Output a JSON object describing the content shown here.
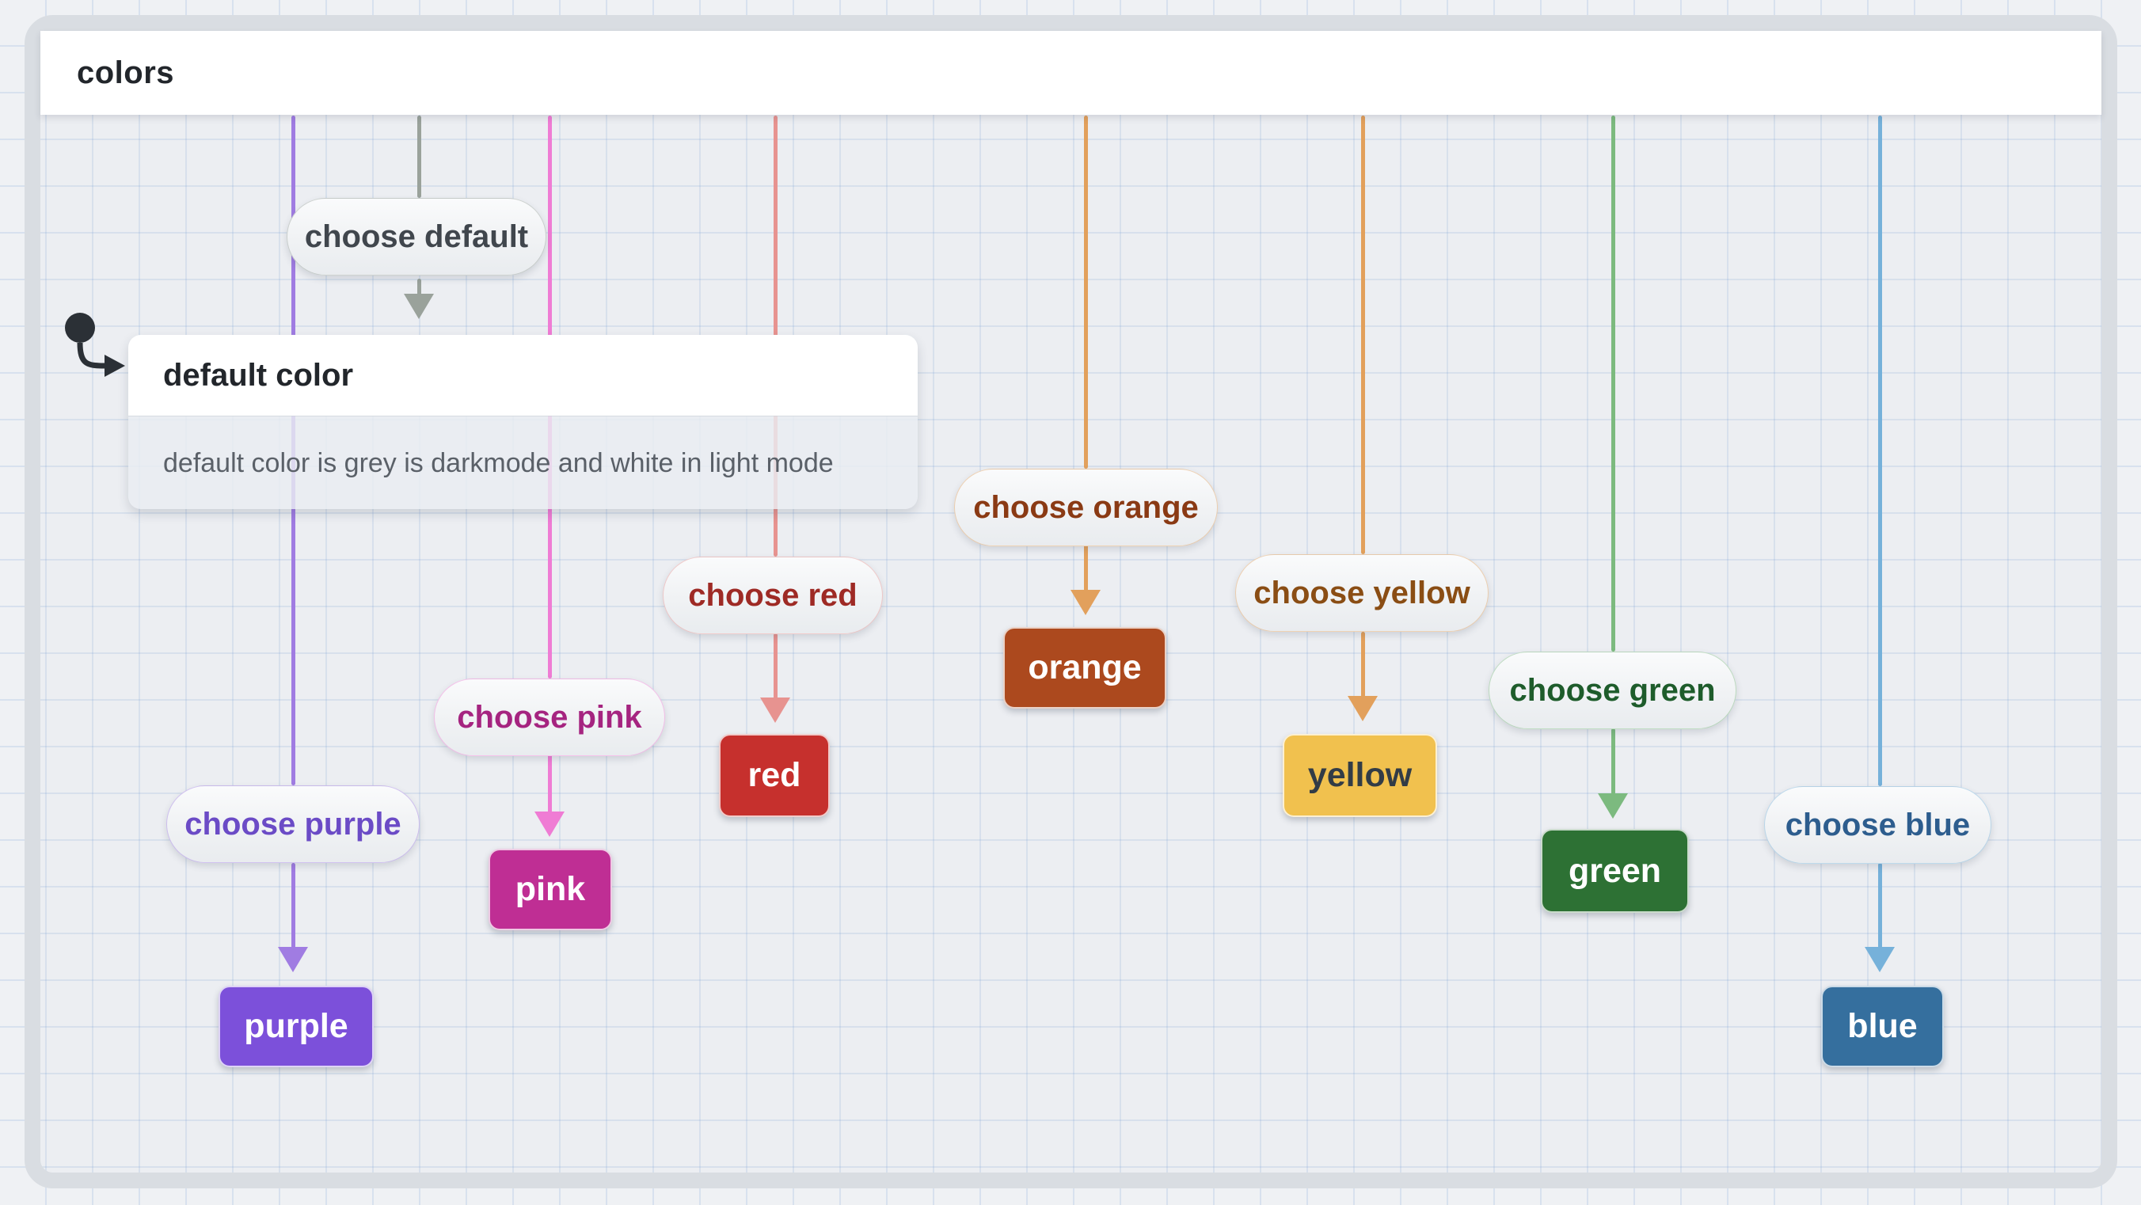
{
  "diagram": {
    "title": "colors",
    "default_state": {
      "title": "default color",
      "description": "default color is grey is darkmode and white in light mode"
    },
    "transitions": [
      {
        "id": "default",
        "event_label": "choose default",
        "event_text_color": "#40464d",
        "line_color": "#9aa29b",
        "target": "default color"
      },
      {
        "id": "purple",
        "event_label": "choose purple",
        "event_text_color": "#6b4bc6",
        "line_color": "#a07ce2",
        "target": "purple",
        "state_label": "purple",
        "state_color": "#7c50da",
        "state_text_color": "#ffffff"
      },
      {
        "id": "pink",
        "event_label": "choose pink",
        "event_text_color": "#a52480",
        "line_color": "#ef7cd4",
        "target": "pink",
        "state_label": "pink",
        "state_color": "#bf2e94",
        "state_text_color": "#ffffff"
      },
      {
        "id": "red",
        "event_label": "choose red",
        "event_text_color": "#9e2a25",
        "line_color": "#e79390",
        "target": "red",
        "state_label": "red",
        "state_color": "#c6302d",
        "state_text_color": "#ffffff"
      },
      {
        "id": "orange",
        "event_label": "choose orange",
        "event_text_color": "#8a3a14",
        "line_color": "#e2a05c",
        "target": "orange",
        "state_label": "orange",
        "state_color": "#ac491e",
        "state_text_color": "#ffffff"
      },
      {
        "id": "yellow",
        "event_label": "choose yellow",
        "event_text_color": "#8a4d14",
        "line_color": "#e2a05c",
        "target": "yellow",
        "state_label": "yellow",
        "state_color": "#f1c14e",
        "state_text_color": "#323c46"
      },
      {
        "id": "green",
        "event_label": "choose green",
        "event_text_color": "#1e5c2b",
        "line_color": "#7cba7f",
        "target": "green",
        "state_label": "green",
        "state_color": "#2d7134",
        "state_text_color": "#ffffff"
      },
      {
        "id": "blue",
        "event_label": "choose blue",
        "event_text_color": "#2d5d8e",
        "line_color": "#76b1da",
        "target": "blue",
        "state_label": "blue",
        "state_color": "#356f9e",
        "state_text_color": "#ffffff"
      }
    ]
  }
}
